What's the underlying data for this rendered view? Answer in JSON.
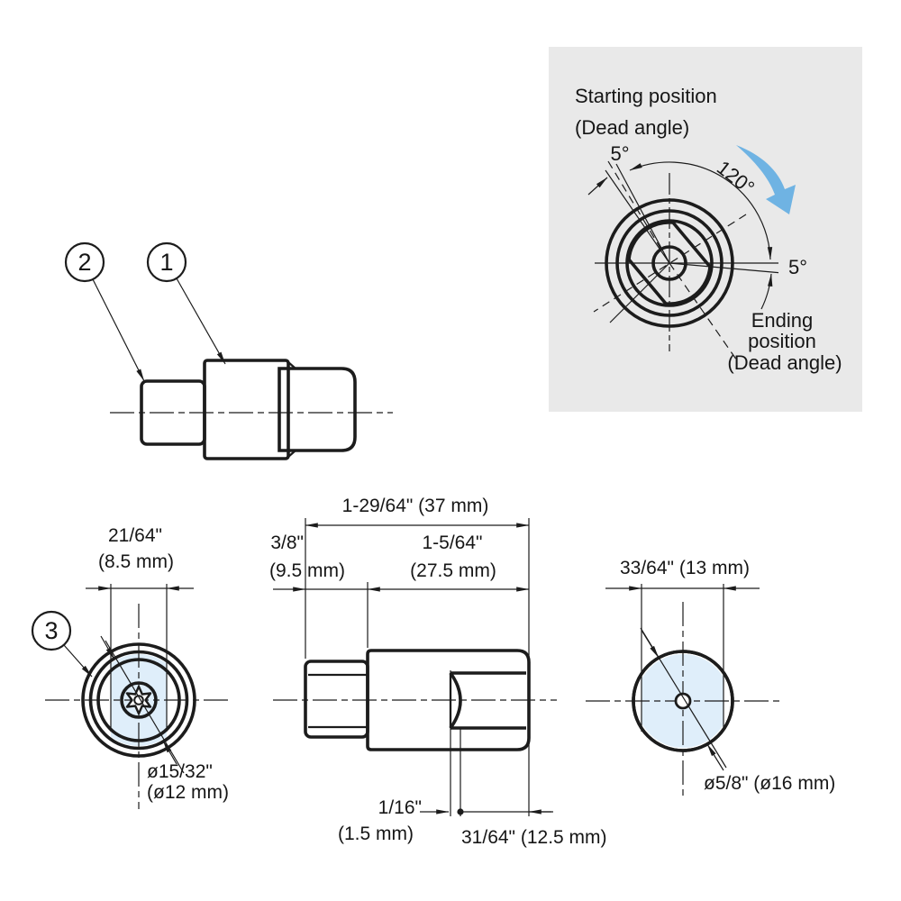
{
  "colors": {
    "part_fill": "#dfeefa",
    "panel_bg": "#e9e9e9",
    "panel_inner_fill": "#e8f3fc",
    "arrow_blue": "#6fb3e3",
    "line": "#1c1c1c"
  },
  "panel": {
    "starting_line1": "Starting position",
    "starting_line2": "(Dead angle)",
    "dead_angle_start": "5°",
    "rotation_angle": "120°",
    "dead_angle_end": "5°",
    "ending_line1": "Ending",
    "ending_line2": "position",
    "ending_line3": "(Dead angle)"
  },
  "callouts": {
    "one": "1",
    "two": "2",
    "three": "3"
  },
  "dims": {
    "overall_length": "1-29/64\" (37 mm)",
    "shaft_length_in": "3/8\"",
    "shaft_length_mm": "(9.5 mm)",
    "body_length_in": "1-5/64\"",
    "body_length_mm": "(27.5 mm)",
    "front_flats_in": "21/64\"",
    "front_flats_mm": "(8.5 mm)",
    "shaft_dia_in": "ø15/32\"",
    "shaft_dia_mm": "(ø12 mm)",
    "slot_offset_in": "1/16\"",
    "slot_offset_mm": "(1.5 mm)",
    "slot_length": "31/64\" (12.5 mm)",
    "rear_flats": "33/64\" (13 mm)",
    "body_dia": "ø5/8\" (ø16 mm)"
  }
}
